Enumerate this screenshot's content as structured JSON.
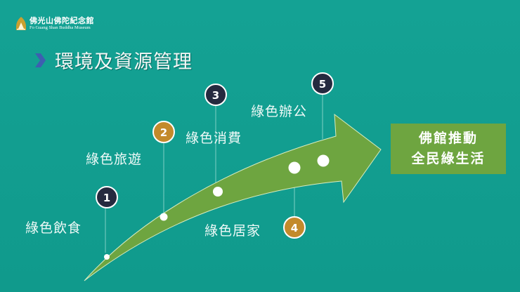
{
  "logo": {
    "name_cn": "佛光山佛陀紀念館",
    "name_en": "Fo Guang Shan Buddha Museum"
  },
  "slide": {
    "title": "環境及資源管理"
  },
  "milestones": [
    {
      "label": "綠色飲食",
      "badge": "1",
      "badge_color": "#252a3f"
    },
    {
      "label": "綠色旅遊",
      "badge": "2",
      "badge_color": "#c38a2b"
    },
    {
      "label": "綠色消費",
      "badge": "3",
      "badge_color": "#252a3f"
    },
    {
      "label": "綠色居家",
      "badge": "4",
      "badge_color": "#c38a2b"
    },
    {
      "label": "綠色辦公",
      "badge": "5",
      "badge_color": "#252a3f"
    }
  ],
  "callout": {
    "line1": "佛館推動",
    "line2": "全民綠生活"
  },
  "colors": {
    "background": "#13a092",
    "arrow": "#6ea540",
    "accent_chevron": "#3d5fb0",
    "navy": "#252a3f",
    "gold": "#c38a2b"
  }
}
